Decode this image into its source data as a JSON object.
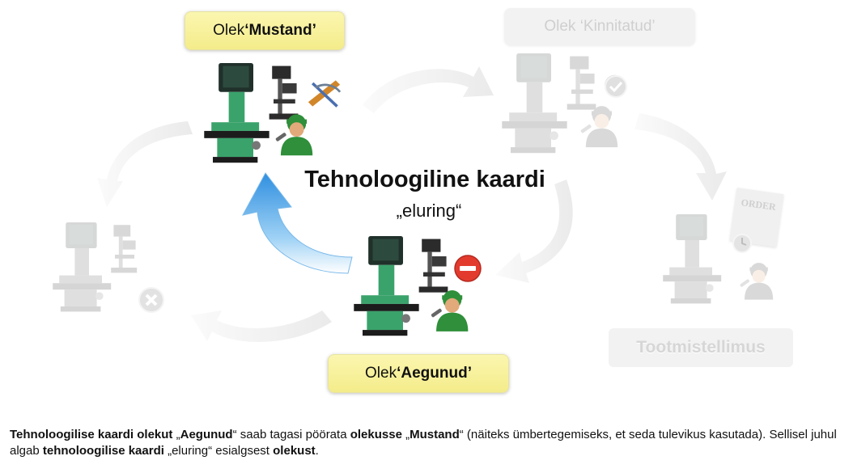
{
  "diagram": {
    "title": "Tehnoloogiline kaardi",
    "subtitle": "„eluring“",
    "states": {
      "draft": {
        "prefix": "Olek ",
        "name": "‘Mustand’"
      },
      "approved": {
        "label": "Olek ‘Kinnitatud’"
      },
      "obsolete": {
        "prefix": "Olek ",
        "name": "‘Aegunud’"
      }
    },
    "production_order_label": "Tootmistellimus",
    "order_paper_text": "ORDER"
  },
  "caption": {
    "p1": "Tehnoloogilise kaardi olekut",
    "p2": " „",
    "p3": "Aegunud",
    "p4": "“ saab tagasi pöörata ",
    "p5": "olekusse",
    "p6": " „",
    "p7": "Mustand",
    "p8": "“ (näiteks ümbertegemiseks, et seda tulevikus kasutada). Sellisel juhul algab ",
    "p9": "tehnoloogilise kaardi",
    "p10": " „eluring“ esialgsest ",
    "p11": "olekust",
    "p12": "."
  },
  "colors": {
    "callout_yellow": "#f7f09a",
    "machine_green": "#3aa36b",
    "worker_green": "#2f8f3a",
    "blue_arrow": "#2f8fe0",
    "stop_red": "#e23b2e",
    "ghost_gray": "#e6e6e6"
  }
}
